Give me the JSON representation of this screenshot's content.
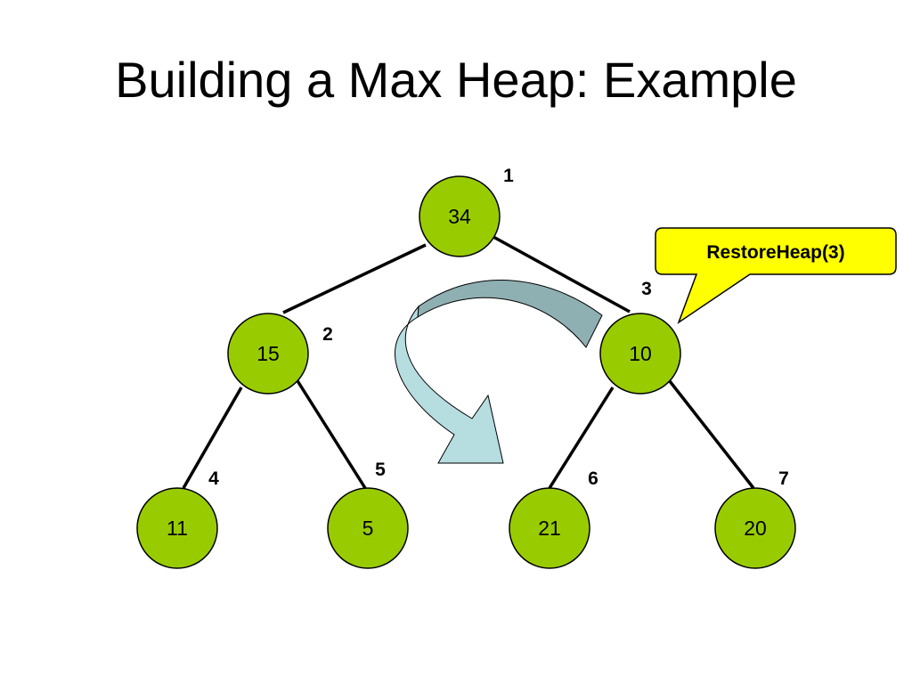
{
  "slide": {
    "title": "Building a Max Heap: Example"
  },
  "heap": {
    "nodes": [
      {
        "index": "1",
        "value": "34"
      },
      {
        "index": "2",
        "value": "15"
      },
      {
        "index": "3",
        "value": "10"
      },
      {
        "index": "4",
        "value": "11"
      },
      {
        "index": "5",
        "value": "5"
      },
      {
        "index": "6",
        "value": "21"
      },
      {
        "index": "7",
        "value": "20"
      }
    ],
    "edges": [
      [
        "1",
        "2"
      ],
      [
        "1",
        "3"
      ],
      [
        "2",
        "4"
      ],
      [
        "2",
        "5"
      ],
      [
        "3",
        "6"
      ],
      [
        "3",
        "7"
      ]
    ]
  },
  "callout": {
    "text": "RestoreHeap(3)"
  },
  "colors": {
    "node_fill": "#99cc00",
    "node_stroke": "#000000",
    "callout_fill": "#ffff00",
    "arrow_fill": "#b6dde0",
    "arrow_dark": "#8fb0b3"
  }
}
